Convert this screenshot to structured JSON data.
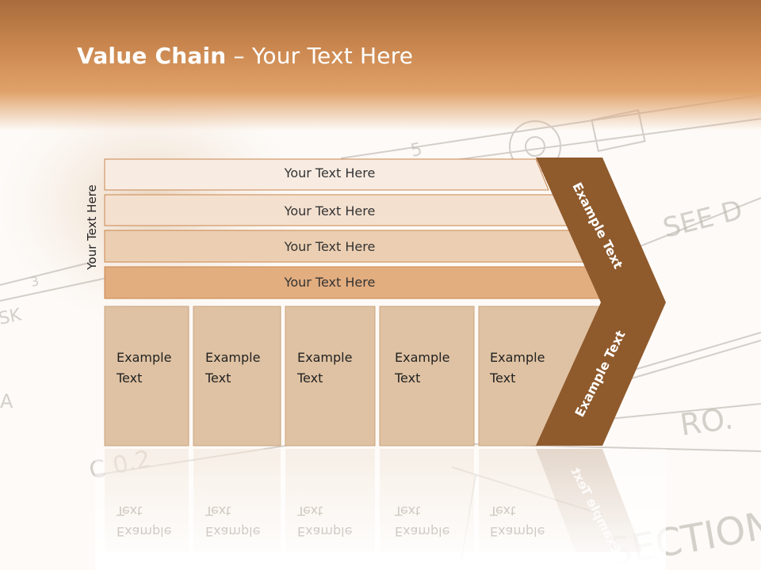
{
  "slide": {
    "title_bold": "Value Chain",
    "title_rest": " – Your Text Here",
    "side_label": "Your Text Here",
    "bars": [
      "Your Text Here",
      "Your Text Here",
      "Your Text Here",
      "Your Text Here"
    ],
    "boxes": [
      {
        "line1": "Example",
        "line2": "Text"
      },
      {
        "line1": "Example",
        "line2": "Text"
      },
      {
        "line1": "Example",
        "line2": "Text"
      },
      {
        "line1": "Example",
        "line2": "Text"
      },
      {
        "line1": "Example",
        "line2": "Text"
      }
    ],
    "chevron_top": "Example Text",
    "chevron_bottom": "Example Text"
  },
  "colors": {
    "header": "#c9864e",
    "chevron": "#8f5a2c",
    "bar1": "#f8ece2",
    "bar2": "#f4e0cf",
    "bar3": "#eccfb2",
    "bar4": "#e2ad7f",
    "box": "#dfc2a3"
  }
}
